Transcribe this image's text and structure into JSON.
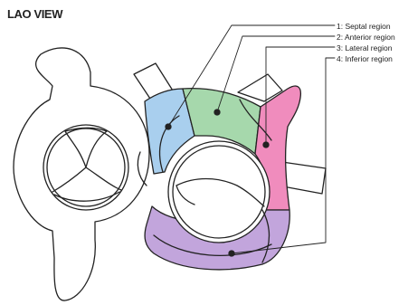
{
  "title": "LAO VIEW",
  "legend": [
    {
      "label": "1: Septal region"
    },
    {
      "label": "2: Anterior region"
    },
    {
      "label": "3: Lateral region"
    },
    {
      "label": "4: Inferior region"
    }
  ],
  "colors": {
    "septal": "#a9cfee",
    "anterior": "#a6d8ac",
    "lateral": "#f08cbd",
    "inferior": "#c2a5dc",
    "outline": "#222222"
  }
}
